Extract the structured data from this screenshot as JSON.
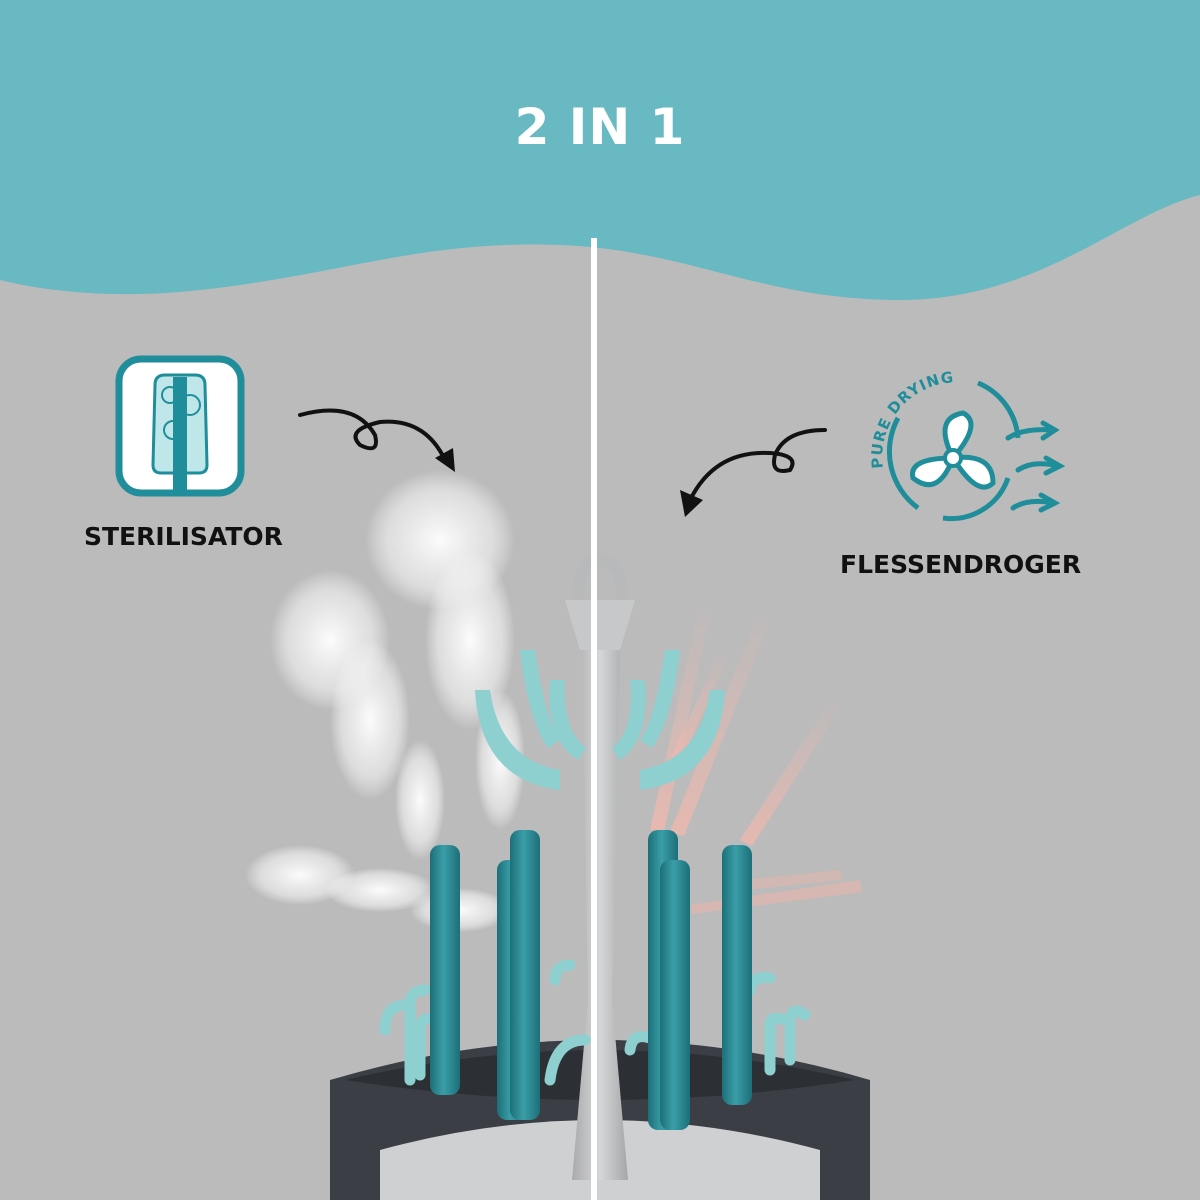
{
  "headline": "2 IN 1",
  "left_feature": {
    "label": "STERILISATOR",
    "icon": "bottle-steam-icon"
  },
  "right_feature": {
    "label": "FLESSENDROGER",
    "icon": "fan-icon",
    "badge_text": "PURE DRYING"
  },
  "colors": {
    "teal_banner": "#68b9c2",
    "teal_dark": "#1f8e9a",
    "rack_teal": "#2d8a94",
    "rack_mint": "#8ecfcf",
    "background_gray": "#bbbbbb",
    "base_dark": "#3b3f45"
  }
}
